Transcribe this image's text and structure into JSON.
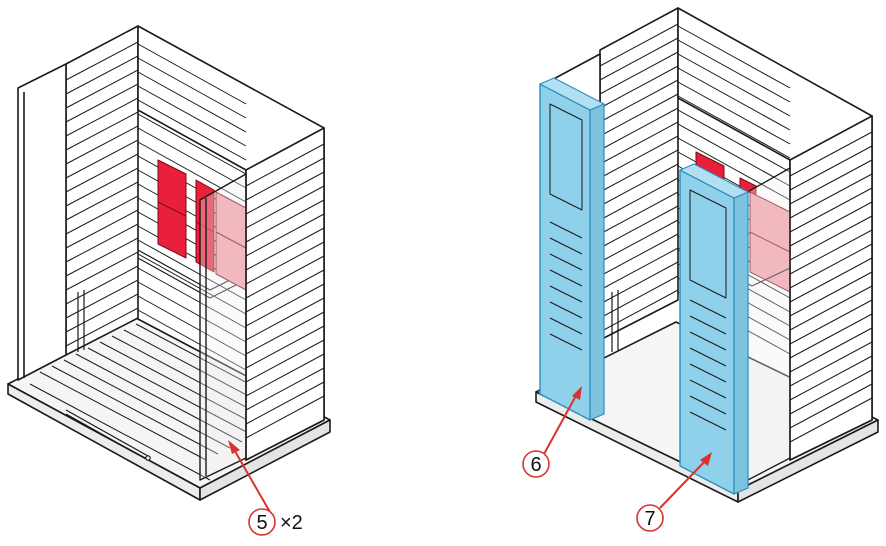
{
  "callouts": {
    "part5": {
      "number": "5",
      "multiplier": "×2"
    },
    "part6": {
      "number": "6"
    },
    "part7": {
      "number": "7"
    }
  },
  "colors": {
    "line": "#1a1a1a",
    "heater_red": "#e8203a",
    "heater_pink": "#f29aa5",
    "glass_panel": "#8fd1ea",
    "glass_edge": "#2b8fc0",
    "callout_arrow": "#d8332f",
    "callout_circle": "#d8332f",
    "floor": "#f4f4f4"
  }
}
